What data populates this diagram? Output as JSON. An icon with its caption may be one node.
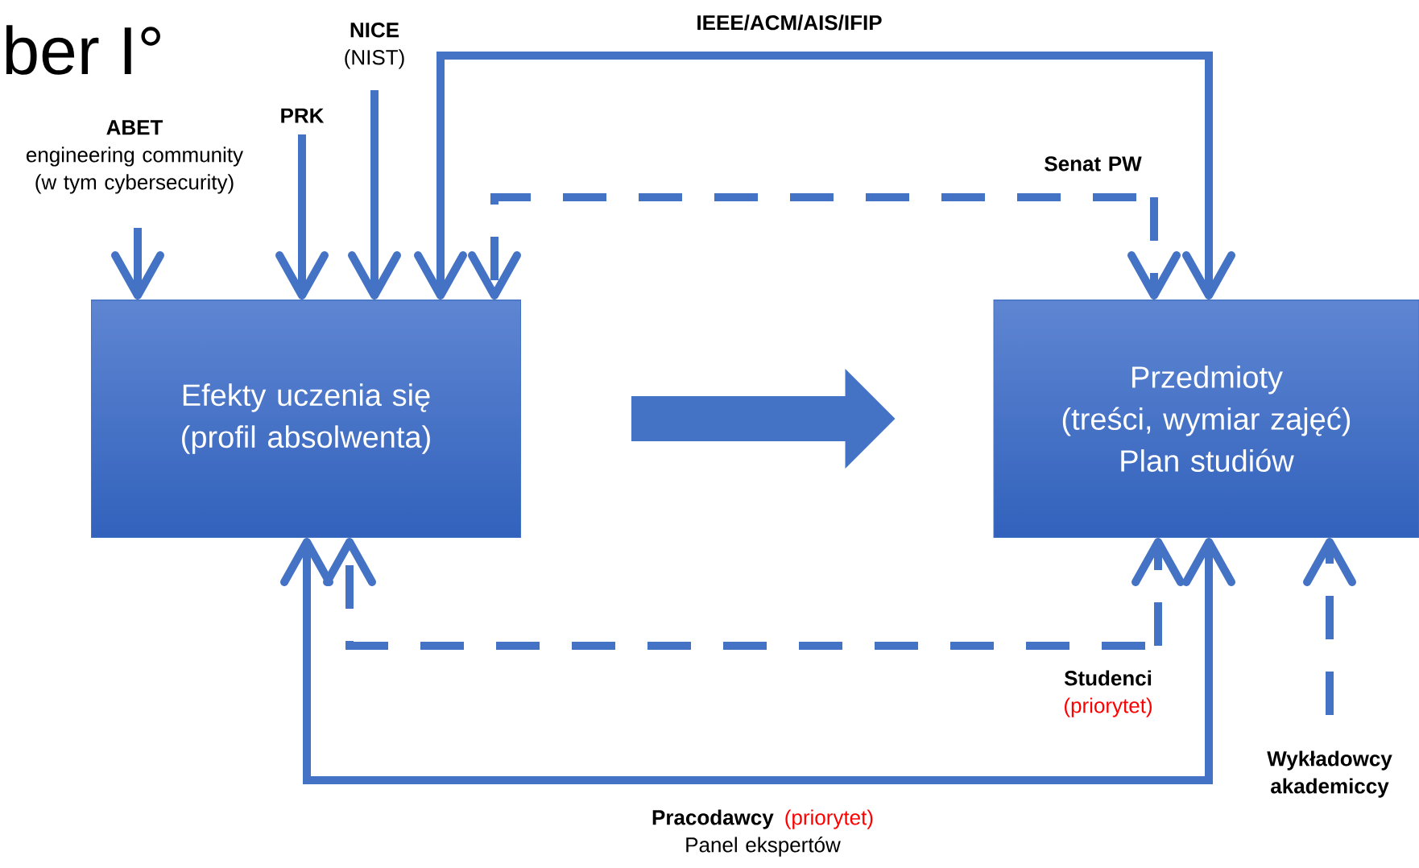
{
  "diagram": {
    "nodes": [
      {
        "text": [
          "Efekty uczenia się",
          "(profil absolwenta)"
        ]
      },
      {
        "text": [
          "Przedmioty",
          "(treści, wymiar zajęć)",
          "Plan studiów"
        ]
      },
      {
        "text": [
          "ABET",
          "engineering community (w tym cybersecurity)"
        ]
      },
      {
        "text": [
          "PRK"
        ]
      },
      {
        "text": [
          "NICE",
          "(NIST)"
        ]
      },
      {
        "text": [
          "IEEE/ACM/AIS/IFIP"
        ]
      },
      {
        "text": [
          "Senat PW"
        ]
      },
      {
        "text": [
          "Studenci",
          "(priorytet)"
        ]
      },
      {
        "text": [
          "Pracodawcy",
          "(priorytet)",
          "Panel ekspertów"
        ]
      },
      {
        "text": [
          "Wykładowcy akademiccy"
        ]
      }
    ],
    "edges": [
      {
        "from": 2,
        "to": 0,
        "arrow": "to"
      },
      {
        "from": 3,
        "to": 0,
        "arrow": "to"
      },
      {
        "from": 4,
        "to": 0,
        "arrow": "to"
      },
      {
        "from": 5,
        "to": 0,
        "arrow": "to"
      },
      {
        "from": 5,
        "to": 1,
        "arrow": "to"
      },
      {
        "from": 6,
        "to": 0,
        "arrow": "to",
        "style": "dashed"
      },
      {
        "from": 6,
        "to": 1,
        "arrow": "to",
        "style": "dashed"
      },
      {
        "from": 0,
        "to": 1,
        "arrow": "to",
        "style": "thick"
      },
      {
        "from": 7,
        "to": 0,
        "arrow": "to",
        "style": "dashed"
      },
      {
        "from": 7,
        "to": 1,
        "arrow": "to",
        "style": "dashed"
      },
      {
        "from": 8,
        "to": 0,
        "arrow": "to"
      },
      {
        "from": 8,
        "to": 1,
        "arrow": "to"
      },
      {
        "from": 9,
        "to": 1,
        "arrow": "to",
        "style": "dashed"
      }
    ],
    "labels": [
      "ber I°"
    ]
  }
}
